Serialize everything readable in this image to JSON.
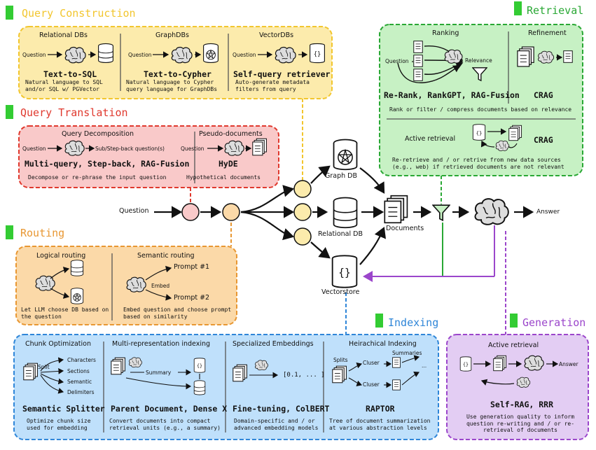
{
  "query_construction": {
    "title": "Query Construction",
    "relational": {
      "header": "Relational DBs",
      "question": "Question",
      "method": "Text-to-SQL",
      "desc": "Natural language to SQL and/or SQL w/ PGVector"
    },
    "graph": {
      "header": "GraphDBs",
      "question": "Question",
      "method": "Text-to-Cypher",
      "desc": "Natural language to Cypher query language for GraphDBs"
    },
    "vector": {
      "header": "VectorDBs",
      "question": "Question",
      "method": "Self-query retriever",
      "desc": "Auto-generate metadata filters from query"
    }
  },
  "query_translation": {
    "title": "Query Translation",
    "decomposition": {
      "header": "Query Decomposition",
      "question": "Question",
      "output": "Sub/Step-back question(s)",
      "methods": "Multi-query, Step-back, RAG-Fusion",
      "desc": "Decompose or re-phrase the input question"
    },
    "pseudo": {
      "header": "Pseudo-documents",
      "question": "Question",
      "method": "HyDE",
      "desc": "Hypothetical documents"
    }
  },
  "routing": {
    "title": "Routing",
    "logical": {
      "header": "Logical routing",
      "desc": "Let LLM choose DB based on the question"
    },
    "semantic": {
      "header": "Semantic routing",
      "prompt1": "Prompt #1",
      "embed": "Embed",
      "prompt2": "Prompt #2",
      "desc": "Embed question and choose prompt based on similarity"
    }
  },
  "retrieval": {
    "title": "Retrieval",
    "ranking": {
      "header": "Ranking",
      "question": "Question",
      "relevance": "Relevance",
      "methods": "Re-Rank, RankGPT, RAG-Fusion"
    },
    "refinement": {
      "header": "Refinement",
      "method": "CRAG"
    },
    "rank_desc": "Rank or filter / compress documents based on relevance",
    "active": {
      "header": "Active retrieval",
      "method": "CRAG",
      "desc": "Re-retrieve and / or retrive from new data sources (e.g., web) if retrieved documents are not relevant"
    }
  },
  "indexing": {
    "title": "Indexing",
    "chunk": {
      "header": "Chunk Optimization",
      "split": "Split",
      "items": [
        "Characters",
        "Sections",
        "Semantic",
        "Delimiters"
      ],
      "method": "Semantic Splitter",
      "desc": "Optimize chunk size used for embedding"
    },
    "multirep": {
      "header": "Multi-representation indexing",
      "summary": "Summary",
      "method": "Parent Document, Dense X",
      "desc": "Convert documents into compact retrieval units (e.g., a summary)"
    },
    "embeddings": {
      "header": "Specialized Embeddings",
      "vector": "[0.1, ... ]",
      "method": "Fine-tuning, ColBERT",
      "desc": "Domain-specific and / or advanced embedding models"
    },
    "hier": {
      "header": "Heirachical Indexing",
      "splits": "Splits",
      "summaries": "Summaries",
      "cluster1": "Cluser",
      "cluster2": "Cluser",
      "dots": "...",
      "method": "RAPTOR",
      "desc": "Tree of document summarization at various abstraction levels"
    }
  },
  "generation": {
    "title": "Generation",
    "header": "Active retrieval",
    "answer": "Answer",
    "method": "Self-RAG, RRR",
    "desc": "Use generation quality to inform question re-writing and / or re-retrieval of documents"
  },
  "flow": {
    "question": "Question",
    "graph_db": "Graph DB",
    "relational_db": "Relational DB",
    "vectorstore": "Vectorstore",
    "documents": "Documents",
    "answer": "Answer"
  },
  "colors": {
    "yellow_fill": "#fcebac",
    "yellow_border": "#f2c62e",
    "red_fill": "#f9c9c9",
    "red_border": "#e0392e",
    "orange_fill": "#fbd9a8",
    "orange_border": "#e89732",
    "green_fill": "#c7f1c4",
    "green_border": "#2aa835",
    "blue_fill": "#bfe0fb",
    "blue_border": "#2f86d8",
    "purple_fill": "#e3cdf3",
    "purple_border": "#9b46cb",
    "tag_green": "#33cc33"
  }
}
